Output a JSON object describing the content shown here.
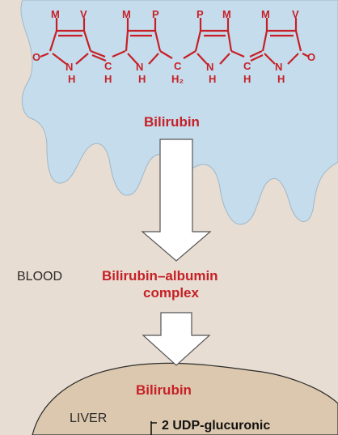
{
  "molecule": {
    "top_substituents": [
      "M",
      "V",
      "M",
      "P",
      "P",
      "M",
      "M",
      "V"
    ],
    "ring_labels": [
      "O",
      "N",
      "H",
      "C",
      "H",
      "N",
      "H",
      "C",
      "H₂",
      "N",
      "H",
      "C",
      "H",
      "N",
      "H",
      "O"
    ],
    "name": "Bilirubin"
  },
  "blood_label": "BLOOD",
  "complex": {
    "line1": "Bilirubin–albumin",
    "line2": "complex"
  },
  "liver": {
    "label": "LIVER",
    "bilirubin": "Bilirubin",
    "cofactor": "2 UDP-glucuronic"
  },
  "colors": {
    "background": "#e7ddd2",
    "blob": "#c5dcec",
    "liver": "#dcc8ae",
    "accent_red": "#c62026"
  }
}
